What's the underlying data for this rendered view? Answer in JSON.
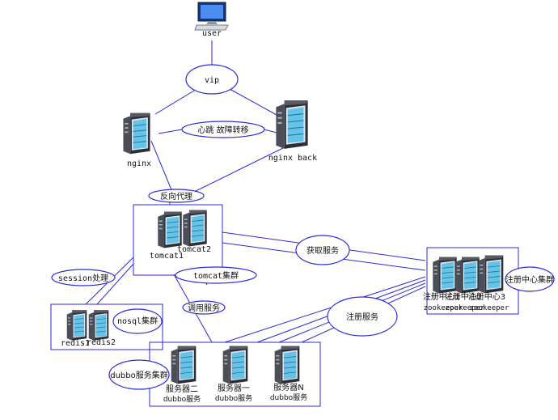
{
  "diagram": {
    "nodes": {
      "user": "user",
      "nginx": "nginx",
      "nginx_back": "nginx back",
      "tomcat1": "tomcat1",
      "tomcat2": "tomcat2",
      "redis1": "redis1",
      "redis2": "redis2",
      "registry_1": "注册中心1",
      "registry_2": "注册中心2",
      "registry_3": "注册中心3",
      "zk_1": "zookeeper",
      "zk_2": "zookeeper",
      "zk_3": "zookeeper",
      "server_2": "服务器二",
      "server_2_sub": "dubbo服务",
      "server_1": "服务器一",
      "server_1_sub": "dubbo服务",
      "server_n": "服务器N",
      "server_n_sub": "dubbo服务"
    },
    "edge_labels": {
      "vip": "vip",
      "heartbeat": "心跳 故障转移",
      "reverse_proxy": "反向代理",
      "session": "session处理",
      "tomcat_cluster": "tomcat集群",
      "get_service": "获取服务",
      "nosql_cluster": "nosql集群",
      "call_service": "调用服务",
      "register_service": "注册服务",
      "registry_cluster": "注册中心集群",
      "dubbo_cluster": "dubbo服务集群"
    },
    "colors": {
      "line": "#2a2ad8",
      "box": "#2a2ad8",
      "server_body": "#3d3d45",
      "server_panel": "#63c3e8",
      "text": "#111111"
    },
    "icons": {
      "user": "computer-icon",
      "server": "server-tower-icon"
    }
  }
}
